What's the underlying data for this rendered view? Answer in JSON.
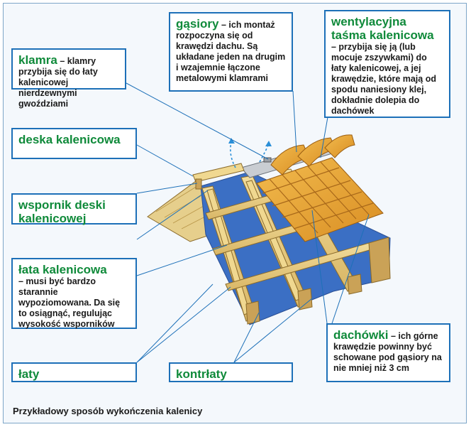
{
  "labels": {
    "klamra": {
      "term": "klamra",
      "desc": "– klamry przybija się do łaty kalenicowej nierdzewnymi gwoździami"
    },
    "gasiory": {
      "term": "gąsiory",
      "desc": "– ich montaż rozpoczyna się od krawędzi dachu. Są układane jeden na drugim i wzajemnie łączone metalowymi klamrami"
    },
    "tasma": {
      "term": "wentylacyjna taśma kalenicowa",
      "desc": "– przybija się ją (lub mocuje zszywkami) do łaty kalenicowej, a jej krawędzie, które mają od spodu naniesiony klej, dokładnie dolepia do dachówek"
    },
    "deska": {
      "term": "deska kalenicowa"
    },
    "wspornik": {
      "term": "wspornik deski kalenicowej"
    },
    "lata": {
      "term": "łata kalenicowa",
      "desc": "– musi być bardzo starannie wypoziomowana. Da się to osiągnąć, regulując wysokość wsporników"
    },
    "laty": {
      "term": "łaty"
    },
    "kontrlaty": {
      "term": "kontrłaty"
    },
    "dachowki": {
      "term": "dachówki",
      "desc": "– ich górne krawędzie powinny być schowane pod gąsiory na nie mniej niż 3 cm"
    }
  },
  "caption": "Przykładowy sposób wykończenia kalenicy",
  "colors": {
    "accent_border": "#1d70b8",
    "term_green": "#0f8a3a",
    "membrane_blue": "#3b6fc4",
    "tile_orange": "#e2a23a",
    "wood": "#e8c878"
  }
}
